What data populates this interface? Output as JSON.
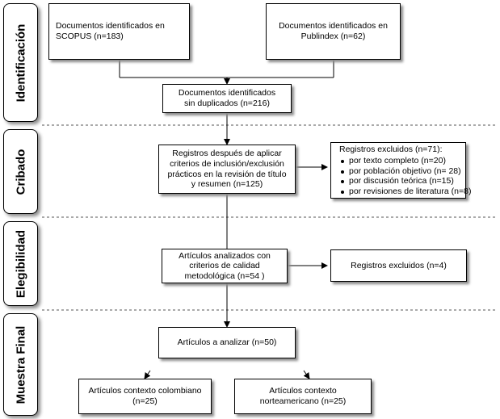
{
  "stages": {
    "identificacion": "Identificación",
    "cribado": "Cribado",
    "elegibilidad": "Elegibilidad",
    "muestra_final": "Muestra Final"
  },
  "boxes": {
    "scopus": "Documentos identificados en\nSCOPUS (n=183)",
    "publindex": "Documentos identificados en\nPublindex (n=62)",
    "sin_duplicados": "Documentos identificados\nsin duplicados (n=216)",
    "registros_despues": "Registros después de aplicar\ncriterios de inclusión/exclusión\nprácticos en la revisión de título\ny resumen (n=125)",
    "articulos_analizados": "Artículos analizados con\ncriterios de calidad\nmetodológica (n=54 )",
    "registros_excluidos_4": "Registros excluidos (n=4)",
    "articulos_a_analizar": "Artículos a analizar (n=50)",
    "colombiano": "Artículos contexto colombiano\n(n=25)",
    "norteamericano": "Artículos contexto\nnorteamericano (n=25)"
  },
  "excluded_71": {
    "title": "Registros excluidos (n=71):",
    "items": [
      "por texto completo (n=20)",
      "por población objetivo (n= 28)",
      "por discusión teórica (n=15)",
      "por revisiones de literatura  (n=8)"
    ]
  }
}
